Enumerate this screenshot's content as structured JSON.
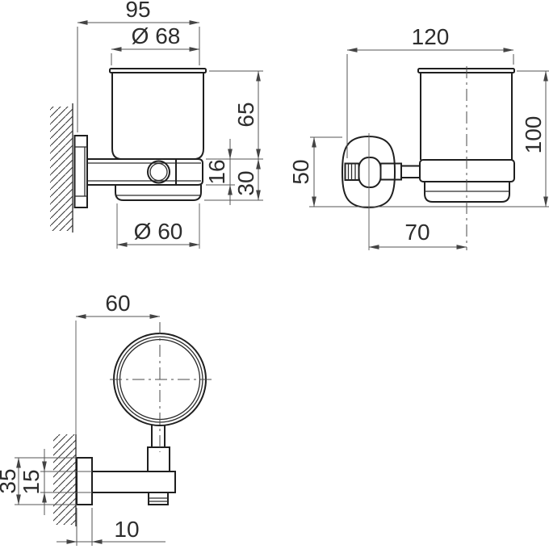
{
  "drawing": {
    "side_view": {
      "width": "95",
      "cup_diameter": "Ø 68",
      "cup_height": "65",
      "holder_height": "16",
      "base_height": "30",
      "base_diameter": "Ø 60"
    },
    "front_view": {
      "width": "120",
      "height": "100",
      "plate_height": "50",
      "center_offset": "70"
    },
    "top_view": {
      "wall_to_center": "60",
      "plate_width": "35",
      "arm_width": "15",
      "plate_depth": "10"
    },
    "colors": {
      "background": "#ffffff",
      "outline": "#1f1f1f",
      "dimension": "#555555",
      "text": "#2d2d2d"
    }
  }
}
